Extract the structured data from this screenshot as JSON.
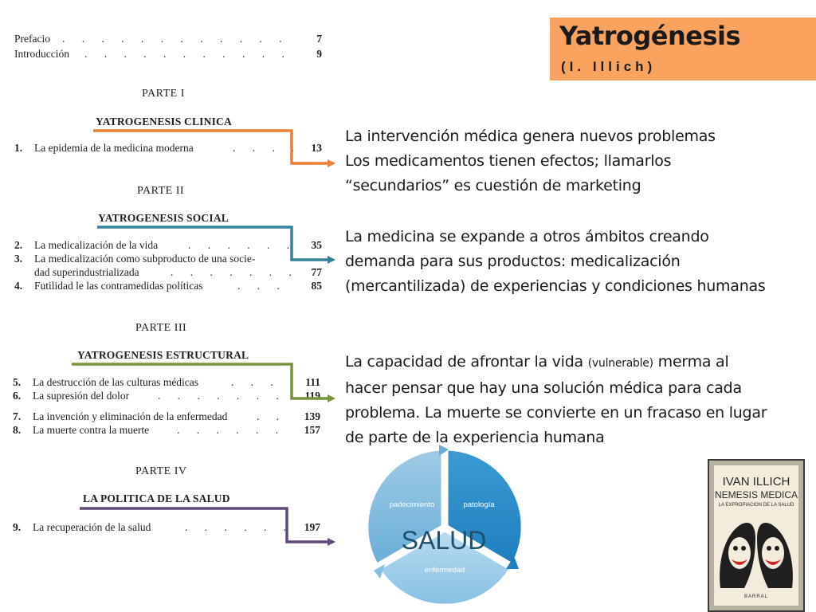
{
  "title": {
    "main": "Yatrogénesis",
    "author": "(I. Illich)",
    "bg_color": "#f9a35f"
  },
  "toc": {
    "front": [
      {
        "label": "Prefacio",
        "page": "7"
      },
      {
        "label": "Introducción",
        "page": "9"
      }
    ],
    "parts": [
      {
        "part": "PARTE I",
        "heading": "YATROGENESIS CLINICA",
        "color": "#ed7d31",
        "entries": [
          {
            "num": "1.",
            "label": "La epidemia de la medicina moderna",
            "page": "13"
          }
        ]
      },
      {
        "part": "PARTE II",
        "heading": "YATROGENESIS SOCIAL",
        "color": "#31849b",
        "entries": [
          {
            "num": "2.",
            "label": "La medicalización de la vida",
            "page": "35"
          },
          {
            "num": "3.",
            "label": "La medicalización como subproducto de una socie-",
            "page": ""
          },
          {
            "num": "",
            "label": "dad superindustrializada",
            "page": "77"
          },
          {
            "num": "4.",
            "label": "Futilidad le las contramedidas políticas",
            "page": "85"
          }
        ]
      },
      {
        "part": "PARTE III",
        "heading": "YATROGENESIS ESTRUCTURAL",
        "color": "#77933c",
        "entries": [
          {
            "num": "5.",
            "label": "La destrucción de las culturas médicas",
            "page": "111"
          },
          {
            "num": "6.",
            "label": "La supresión del dolor",
            "page": "119"
          },
          {
            "num": "7.",
            "label": "La invención y eliminación de la enfermedad",
            "page": "139"
          },
          {
            "num": "8.",
            "label": "La muerte contra la muerte",
            "page": "157"
          }
        ]
      },
      {
        "part": "PARTE IV",
        "heading": "LA POLITICA DE LA SALUD",
        "color": "#604a7b",
        "entries": [
          {
            "num": "9.",
            "label": "La recuperación de la salud",
            "page": "197"
          }
        ]
      }
    ]
  },
  "paragraphs": {
    "p1": {
      "line1": "La intervención médica genera nuevos problemas",
      "line2": "Los medicamentos tienen efectos; llamarlos",
      "line3": "“secundarios” es cuestión de marketing"
    },
    "p2": {
      "line1": "La medicina se expande a otros ámbitos creando",
      "line2": "demanda para sus productos: medicalización",
      "line3": "(mercantilizada) de experiencias y condiciones humanas"
    },
    "p3": {
      "line1a": "La capacidad de afrontar la vida ",
      "line1b": "(vulnerable)",
      "line1c": " merma al",
      "line2": "hacer pensar que hay una solución médica para cada",
      "line3": "problema. La muerte se convierte en un fracaso en lugar",
      "line4": "de parte de la experiencia humana"
    }
  },
  "cycle": {
    "segments": [
      "padecimiento",
      "patología",
      "enfermedad"
    ],
    "center_label": "SALUD",
    "color": "#5ba3c9"
  },
  "book": {
    "author": "IVAN ILLICH",
    "title": "NEMESIS MEDICA",
    "subtitle": "LA EXPROPIACION DE LA SALUD",
    "publisher": "BARRAL"
  }
}
